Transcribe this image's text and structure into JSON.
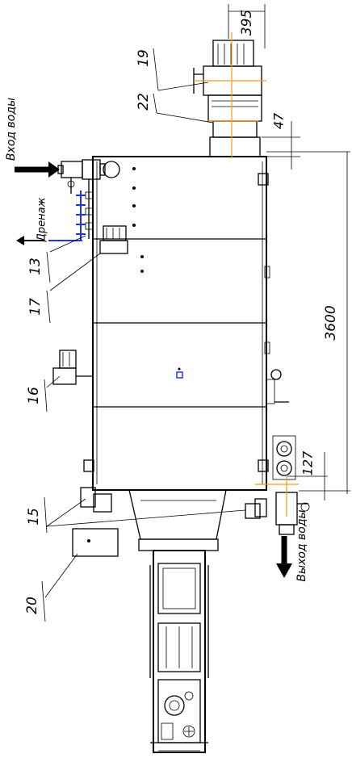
{
  "labels": {
    "dim_top": "395",
    "dim_47": "47",
    "dim_3600": "3600",
    "dim_127": "127",
    "water_in": "Вход воды",
    "drain": "Дренаж",
    "water_out": "Выход воды",
    "item_19": "19",
    "item_22": "22",
    "item_13": "13",
    "item_17": "17",
    "item_16": "16",
    "item_15": "15",
    "item_20": "20"
  }
}
